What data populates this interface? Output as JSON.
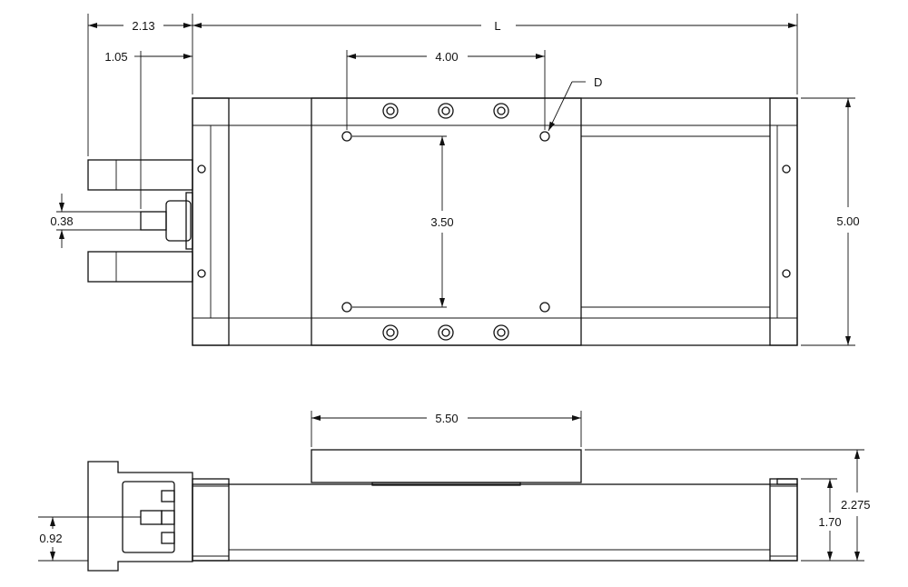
{
  "drawing": {
    "top_view": {
      "dim_overall_length": "L",
      "dim_motor_overhang": "2.13",
      "dim_shaft_offset": "1.05",
      "dim_hole_spacing_x": "4.00",
      "dim_hole_spacing_y": "3.50",
      "dim_width": "5.00",
      "dim_shaft_dia": "0.38",
      "label_hole": "D"
    },
    "side_view": {
      "dim_carriage_length": "5.50",
      "dim_total_height": "2.275",
      "dim_body_height": "1.70",
      "dim_shaft_height": "0.92"
    }
  }
}
